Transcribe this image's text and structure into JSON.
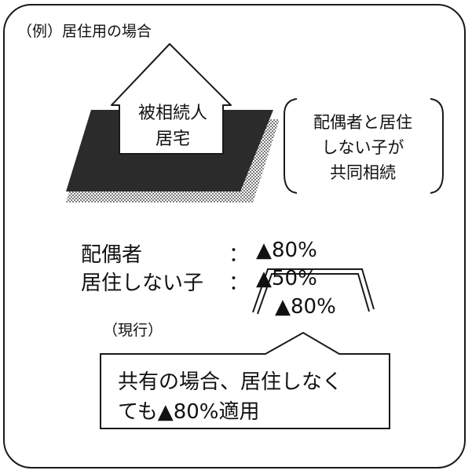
{
  "title": "（例）居住用の場合",
  "house": {
    "line1": "被相続人",
    "line2": "居宅"
  },
  "heirs": {
    "line1": "配偶者と居住",
    "line2": "しない子が",
    "line3": "共同相続"
  },
  "rates": [
    {
      "label": "配偶者",
      "colon": "：",
      "value": "▲80%"
    },
    {
      "label": "居住しない子",
      "colon": "：",
      "old_value": "▲50%",
      "new_value": "▲80%"
    }
  ],
  "current_label": "（現行）",
  "callout": {
    "line1": "共有の場合、居住しなく",
    "line2": "ても▲80%適用"
  },
  "colors": {
    "land": "#2b2b2b",
    "hatch": "#8a8a8a",
    "line": "#1a1a1a",
    "background": "#ffffff"
  }
}
